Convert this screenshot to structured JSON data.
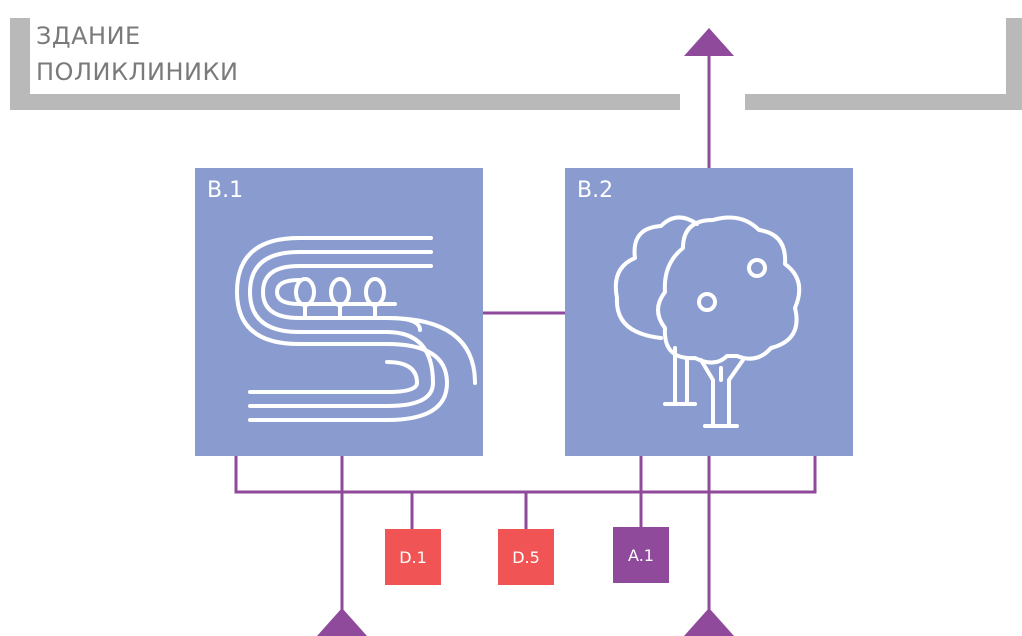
{
  "building": {
    "title_line1": "ЗДАНИЕ",
    "title_line2": "ПОЛИКЛИНИКИ"
  },
  "zones": [
    {
      "label": "B.1",
      "icon": "path-with-trees-icon"
    },
    {
      "label": "B.2",
      "icon": "trees-icon"
    }
  ],
  "tags": [
    {
      "label": "D.1",
      "color": "#f05454"
    },
    {
      "label": "D.5",
      "color": "#f05454"
    },
    {
      "label": "A.1",
      "color": "#8f4a9c"
    }
  ],
  "colors": {
    "zone_fill": "#8a9ccf",
    "connector": "#8f4a9c",
    "wall": "#b9b9b9",
    "icon_stroke": "#ffffff"
  }
}
